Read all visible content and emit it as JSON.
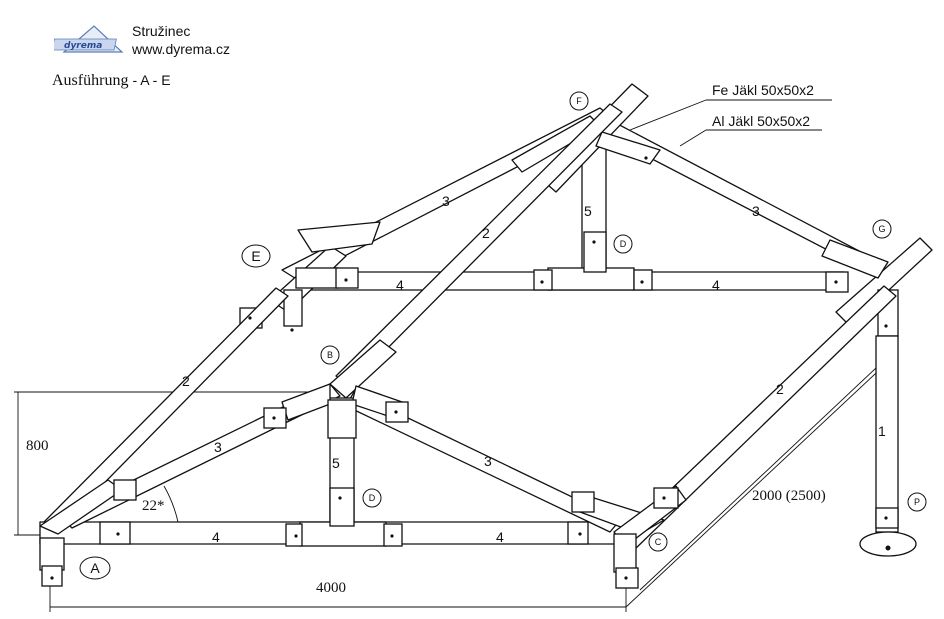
{
  "header": {
    "company": "Stružinec",
    "website": "www.dyrema.cz",
    "logo_text": "dyrema",
    "variant_label": "Ausführung",
    "variant_value": "- A - E"
  },
  "materials": {
    "fe": "Fe Jäkl 50x50x2",
    "al": "Al Jäkl 50x50x2"
  },
  "dimensions": {
    "height": "800",
    "length": "4000",
    "depth": "2000 (2500)",
    "angle": "22*"
  },
  "nodes": {
    "A": "A",
    "B": "B",
    "C": "C",
    "D1": "D",
    "D2": "D",
    "E": "E",
    "F": "F",
    "G": "G",
    "P": "P"
  },
  "part_numbers": {
    "post": "1",
    "rafter_a": "2",
    "rafter_b": "2",
    "rafter_c": "2",
    "brace_front_left": "3",
    "brace_front_right": "3",
    "brace_back_left": "3",
    "brace_back_right": "3",
    "tie_front_left": "4",
    "tie_front_right": "4",
    "tie_back_left": "4",
    "tie_back_right": "4",
    "king_front": "5",
    "king_back": "5"
  }
}
